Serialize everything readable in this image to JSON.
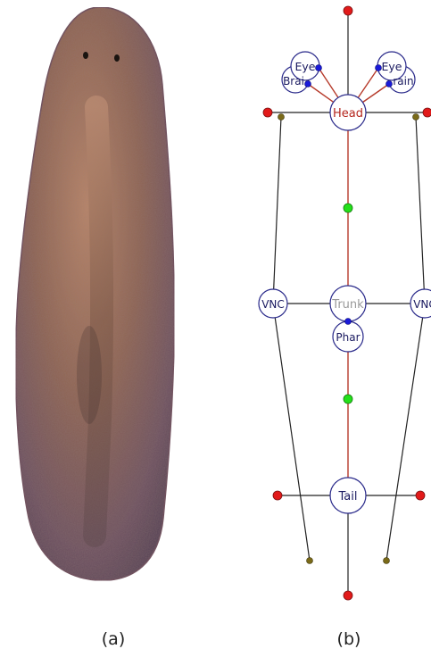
{
  "panels": {
    "a": {
      "caption": "(a)"
    },
    "b": {
      "caption": "(b)"
    }
  },
  "colors": {
    "tissue_edge": "#8d3a2a",
    "link": "#222222",
    "axis_link": "#b63a2a",
    "head_label": "#b5271e",
    "trunk_label": "#9a9a9a",
    "node_label": "#1a1a60",
    "node_border": "#29298a",
    "red_point": "#e21a1a",
    "green_point": "#24e01a",
    "blue_point": "#1a1ad8",
    "olive_point": "#7a6a18"
  },
  "nodes": {
    "head": "Head",
    "trunk": "Trunk",
    "tail": "Tail",
    "eye_left": "Eye",
    "eye_right": "Eye",
    "brain_left": "Brai",
    "brain_right": "rain",
    "vnc_left": "VNC",
    "vnc_right": "VNC",
    "pharynx": "Phar"
  }
}
